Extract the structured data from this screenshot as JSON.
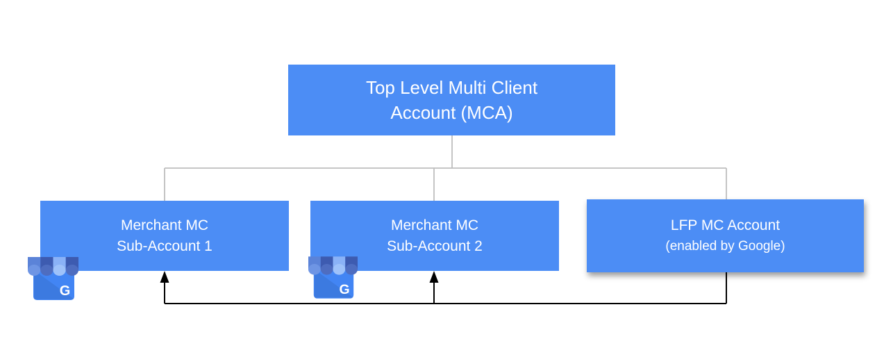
{
  "diagram": {
    "colors": {
      "box_fill": "#4C8DF5",
      "box_text": "#FFFFFF",
      "tree_line": "#BDBDBD",
      "arrow_line": "#000000"
    },
    "root_box": {
      "line1": "Top Level Multi Client",
      "line2": "Account (MCA)"
    },
    "sub_boxes": [
      {
        "line1": "Merchant MC",
        "line2": "Sub-Account 1"
      },
      {
        "line1": "Merchant MC",
        "line2": "Sub-Account 2"
      },
      {
        "line1": "LFP MC Account",
        "line2": "(enabled by Google)"
      }
    ],
    "business_icon": {
      "letter": "G"
    }
  }
}
